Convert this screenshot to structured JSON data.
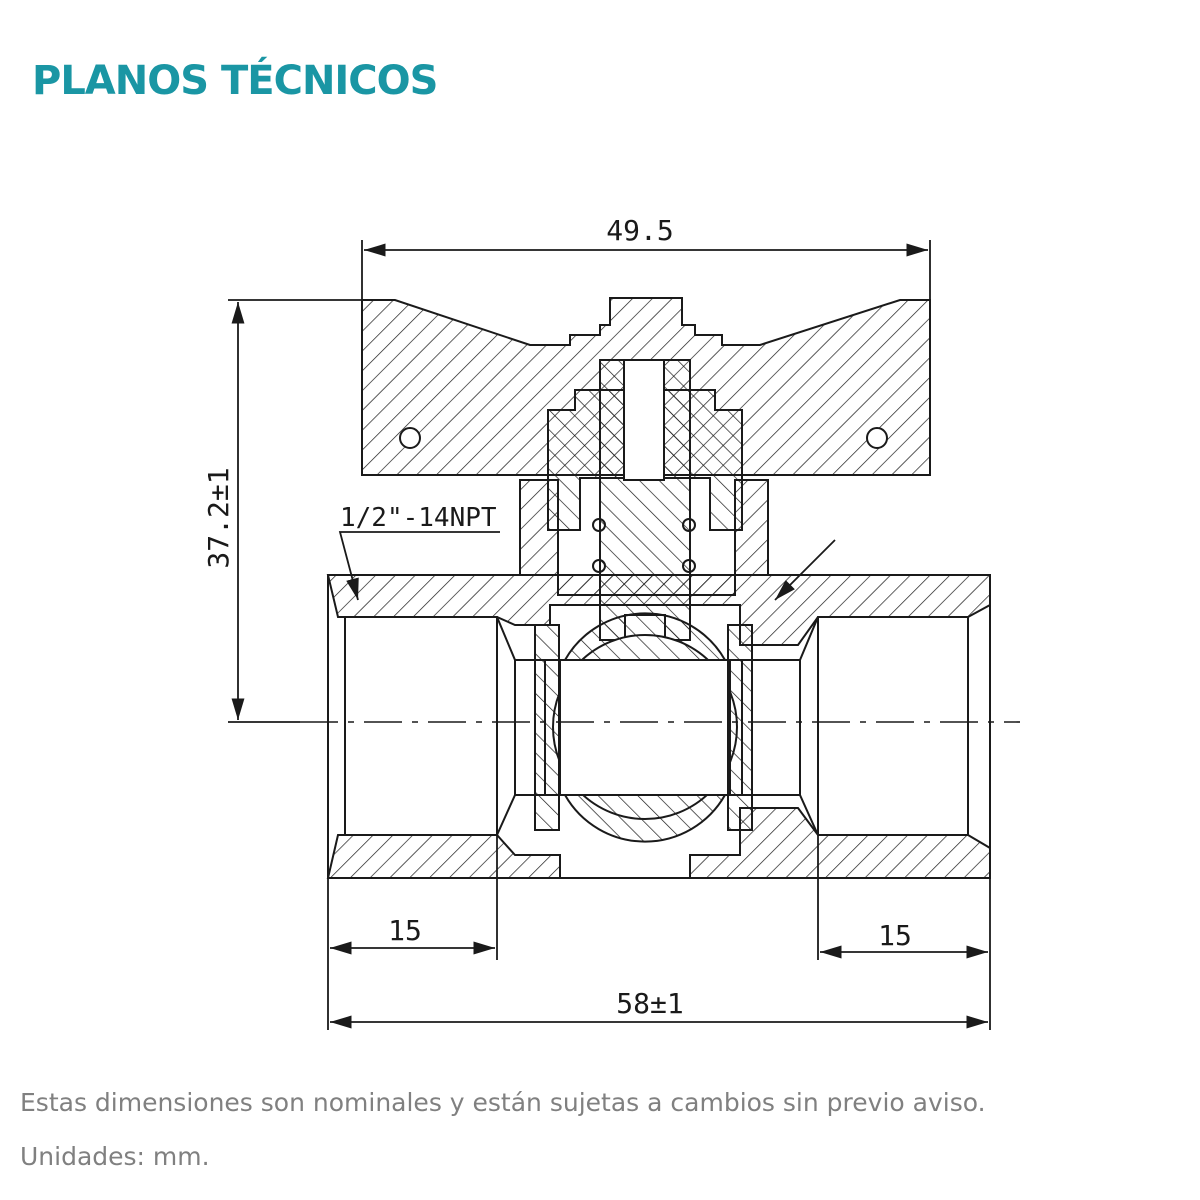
{
  "title": "PLANOS TÉCNICOS",
  "colors": {
    "title": "#1a96a4",
    "note": "#808080",
    "line": "#1a1a1a"
  },
  "dimensions": {
    "handle_width": "49.5",
    "height": "37.2±1",
    "thread": "1/2\"-14NPT",
    "thread_depth_left": "15",
    "thread_depth_right": "15",
    "total_length": "58±1"
  },
  "notes": {
    "line1": "Estas dimensiones son nominales y están sujetas a cambios sin previo aviso.",
    "line2": "Unidades: mm."
  }
}
